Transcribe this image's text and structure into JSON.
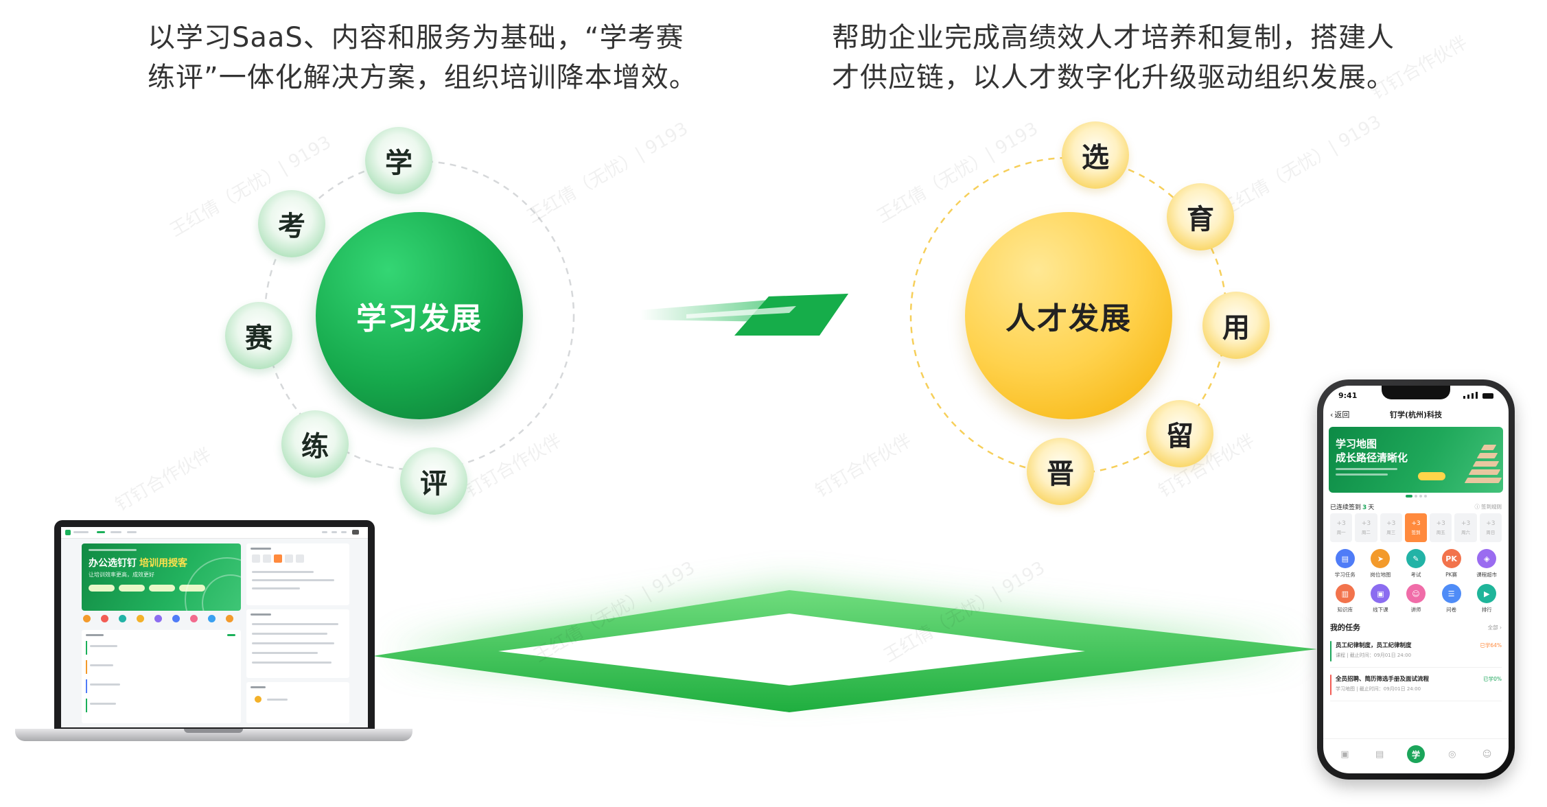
{
  "headline_left": {
    "line1": "以学习SaaS、内容和服务为基础，“学考赛",
    "line2": "练评”一体化解决方案，组织培训降本增效。"
  },
  "headline_right": {
    "line1": "帮助企业完成高绩效人才培养和复制，搭建人",
    "line2": "才供应链，以人才数字化升级驱动组织发展。"
  },
  "learning": {
    "title": "学习发展",
    "nodes": [
      "学",
      "考",
      "赛",
      "练",
      "评"
    ]
  },
  "talent": {
    "title": "人才发展",
    "nodes": [
      "选",
      "育",
      "用",
      "留",
      "晋"
    ]
  },
  "colors": {
    "green": "#17a54c",
    "yellow": "#f7c331",
    "text": "#333333"
  },
  "laptop": {
    "banner_line1": "办公选钉钉",
    "banner_highlight": "培训用授客",
    "banner_sub": "让培训效率更高，成效更好",
    "icon_colors": [
      "#f39a2b",
      "#f25c54",
      "#22b3a6",
      "#f3b129",
      "#8b6cf0",
      "#4f7cf7",
      "#f26a8d",
      "#3aa0f0",
      "#f39a2b"
    ]
  },
  "phone": {
    "time": "9:41",
    "back_label": "返回",
    "title": "钉学(杭州)科技",
    "banner": {
      "line1": "学习地图",
      "line2": "成长路径清晰化"
    },
    "checkin": {
      "prefix": "已连续签到",
      "days": "3",
      "suffix": "天",
      "rules": "签到规则",
      "cells": [
        {
          "value": "+3",
          "label": "周一"
        },
        {
          "value": "+3",
          "label": "周二"
        },
        {
          "value": "+3",
          "label": "周三"
        },
        {
          "value": "+3",
          "label": "签到"
        },
        {
          "value": "+3",
          "label": "周五"
        },
        {
          "value": "+3",
          "label": "周六"
        },
        {
          "value": "+3",
          "label": "周日"
        }
      ]
    },
    "features": [
      {
        "label": "学习任务",
        "icon": "task-icon",
        "glyph": "▤",
        "color": "#4f7cf7"
      },
      {
        "label": "岗位地图",
        "icon": "map-icon",
        "glyph": "➤",
        "color": "#f39a2b"
      },
      {
        "label": "考试",
        "icon": "exam-icon",
        "glyph": "✎",
        "color": "#22b3a6"
      },
      {
        "label": "PK赛",
        "icon": "pk-icon",
        "glyph": "PK",
        "color": "#f2734c"
      },
      {
        "label": "课程超市",
        "icon": "cart-icon",
        "glyph": "◈",
        "color": "#9a6cf0"
      },
      {
        "label": "知识库",
        "icon": "library-icon",
        "glyph": "▥",
        "color": "#f2734c"
      },
      {
        "label": "线下课",
        "icon": "classroom-icon",
        "glyph": "▣",
        "color": "#8b6cf0"
      },
      {
        "label": "讲师",
        "icon": "teacher-icon",
        "glyph": "☺",
        "color": "#f06ca8"
      },
      {
        "label": "问卷",
        "icon": "survey-icon",
        "glyph": "☰",
        "color": "#4f8cf7"
      },
      {
        "label": "排行",
        "icon": "ranking-icon",
        "glyph": "▶",
        "color": "#1fb59a"
      }
    ],
    "tasks_header": "我的任务",
    "tasks_all": "全部 ›",
    "tasks": [
      {
        "title": "员工纪律制度，员工纪律制度",
        "meta": "课程 | 截止时间：09月01日 24:00",
        "progress": "已学64%",
        "color": "#1ba55a",
        "progress_color": "#ff8a3d"
      },
      {
        "title": "全员招聘、简历筛选手册及面试流程",
        "meta": "学习地图 | 截止时间：09月01日 24:00",
        "progress": "已学0%",
        "color": "#f25c54",
        "progress_color": "#1ba55a"
      }
    ],
    "nav_center": "学"
  },
  "watermarks": [
    "王红倩（无忧）| 9193",
    "钉钉合作伙伴"
  ]
}
